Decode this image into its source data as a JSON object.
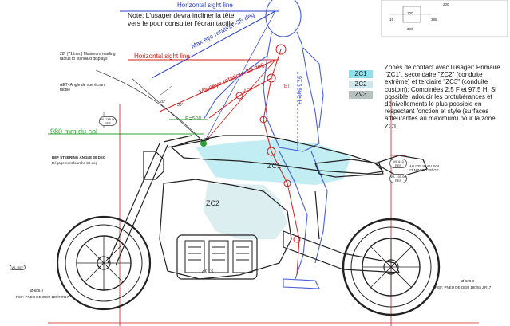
{
  "colors": {
    "line": "#222222",
    "rider": "#4a5fd8",
    "eye_lines": "#d21d1d",
    "sight_lines": "#2a3fd0",
    "contact_zone": "#8fe0ea",
    "floor_label": "#2f9e34",
    "zc1": "#8fe0ea",
    "zc2": "#cfe7ea",
    "zv3": "#b7c1bf"
  },
  "sight": {
    "horizontal_top": "Horizontal sight line",
    "horizontal_red": "Horizontal sight line",
    "max_eye_rotation_35": "Max eye rotation -35 deg",
    "max_eye_rotation_30": "Max eye rotation -30 deg"
  },
  "note_head": "Note: L'usager devra incliner la tête vers le pour consulter l'écran tactile",
  "reading_radius": "28\" (711mm) Maximum reading radius to standard displays",
  "aet_def": "AET=Angle de vue écran tactile",
  "floor_height": "980 mm du sol",
  "zones_legend": {
    "zc1": "ZC1",
    "zc2": "ZC2",
    "zv3": "ZV3"
  },
  "contact_note": "Zones de contact avec l'usager: Primaire \"ZC1\", secondaire \"ZC2\" (conduite extrême) et terciaire \"ZC3\" (conduite custom): Combinées 2,5 F et 97,5 H: Si possible, adoucir les protubérances et dénivellements le plus possible en respectant fonction et style (surfaces affleurantes au maximum) pour la zone ZC1",
  "zone_labels": {
    "zc1": "ZC1",
    "zc2": "ZC2",
    "zc3": "ZC3"
  },
  "misc": {
    "aet": "AET",
    "angle_25": "25°",
    "angle_20": "20°",
    "angle_30": "30°",
    "eye_label": "ET",
    "x_dim": "E=500",
    "dim_100": "100",
    "dim_300": "300",
    "dim_200": "200",
    "dim_15": "15",
    "dim_385": "385",
    "height_label": "HAUTEUR AU SOL ET MIN DU SIÈGE",
    "steering_angle": "REF STEERING ANGLE 30 DEG",
    "steering_sub": "Dégagement fourche 30 deg",
    "wl_785": "WL 785.00 REF",
    "wl_610": "WL 610 REF",
    "wl_100": "WL 100.00 REF",
    "wl_ref": "WL REF",
    "front_tire_dim": "Ø 608.8",
    "front_tire_ref": "REF: PNEU DE OEM 120/70R17",
    "rear_tire_dim": "Ø 620.8",
    "rear_tire_ref": "REF: PNEU DE OEM 180/55 ZR17",
    "percentile": "97,5 %ile H"
  }
}
